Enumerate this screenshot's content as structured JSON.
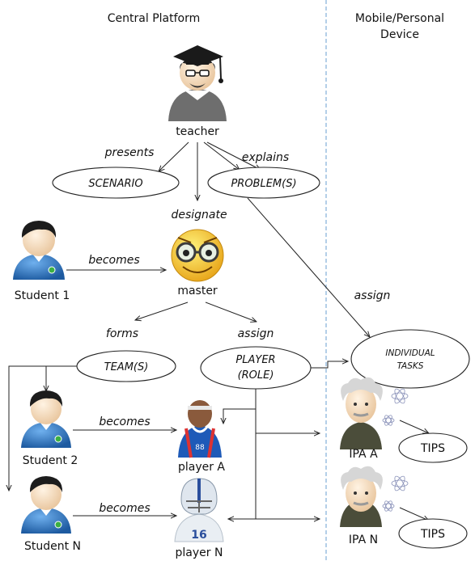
{
  "headers": {
    "central": "Central Platform",
    "mobile_line1": "Mobile/Personal",
    "mobile_line2": "Device"
  },
  "actors": {
    "teacher": "teacher",
    "master": "master",
    "student1": "Student 1",
    "student2": "Student 2",
    "studentN": "Student N",
    "playerA": "player A",
    "playerN": "player N",
    "ipaA": "IPA  A",
    "ipaN": "IPA  N"
  },
  "nodes": {
    "scenario": "SCENARIO",
    "problems": "PROBLEM(S)",
    "teams": "TEAM(S)",
    "player_line1": "PLAYER",
    "player_line2": "(ROLE)",
    "tasks_line1": "INDIVIDUAL",
    "tasks_line2": "TASKS",
    "tipsA": "TIPS",
    "tipsN": "TIPS"
  },
  "edge_labels": {
    "presents": "presents",
    "explains": "explains",
    "designate": "designate",
    "becomes1": "becomes",
    "assign_tasks": "assign",
    "forms": "forms",
    "assign_player": "assign",
    "becomes2": "becomes",
    "becomesN": "becomes"
  },
  "jersey_number": "16",
  "colors": {
    "student_shirt": "#2a6fb5",
    "master_face": "#f2c12e",
    "divider": "#6a9fd0"
  }
}
